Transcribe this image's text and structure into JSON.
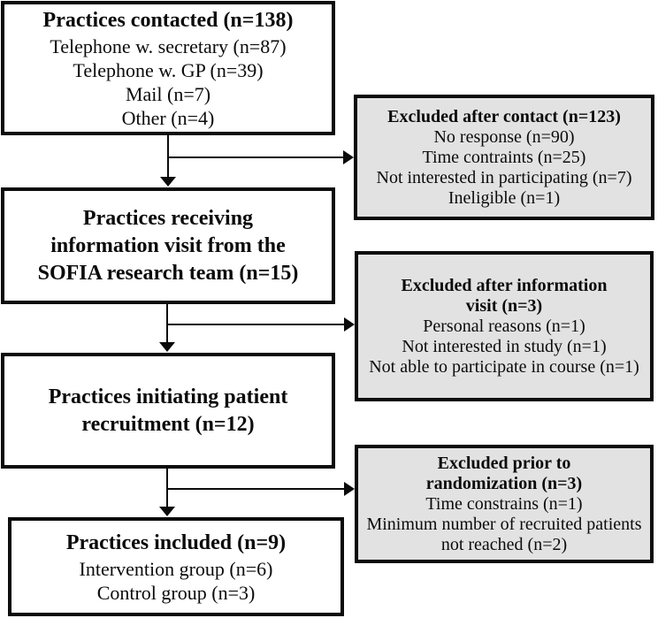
{
  "boxes": {
    "contacted": {
      "title": "Practices contacted (n=138)",
      "items": [
        "Telephone w. secretary (n=87)",
        "Telephone w. GP (n=39)",
        "Mail (n=7)",
        "Other (n=4)"
      ]
    },
    "excluded_after_contact": {
      "title": "Excluded after contact (n=123)",
      "items": [
        "No response (n=90)",
        "Time contraints (n=25)",
        "Not interested in participating (n=7)",
        "Ineligible (n=1)"
      ]
    },
    "information_visit": {
      "title_lines": [
        "Practices receiving",
        "information visit from the",
        "SOFIA research team (n=15)"
      ]
    },
    "excluded_after_information_visit": {
      "title_lines": [
        "Excluded after information",
        "visit (n=3)"
      ],
      "items": [
        "Personal reasons (n=1)",
        "Not interested in study (n=1)",
        "Not able to participate in course (n=1)"
      ]
    },
    "patient_recruitment": {
      "title_lines": [
        "Practices initiating patient",
        "recruitment (n=12)"
      ]
    },
    "excluded_prior_to_randomization": {
      "title_lines": [
        "Excluded prior to",
        "randomization (n=3)"
      ],
      "items": [
        "Time constrains (n=1)",
        "Minimum number of recruited patients",
        "not reached (n=2)"
      ]
    },
    "included": {
      "title": "Practices included (n=9)",
      "items": [
        "Intervention group (n=6)",
        "Control group (n=3)"
      ]
    }
  },
  "colors": {
    "box_border": "#0b0b0b",
    "box_fill": "#ffffff",
    "excluded_box_fill": "#e2e2e2",
    "page_background": "#ffffff",
    "text": "#0b0b0b"
  }
}
